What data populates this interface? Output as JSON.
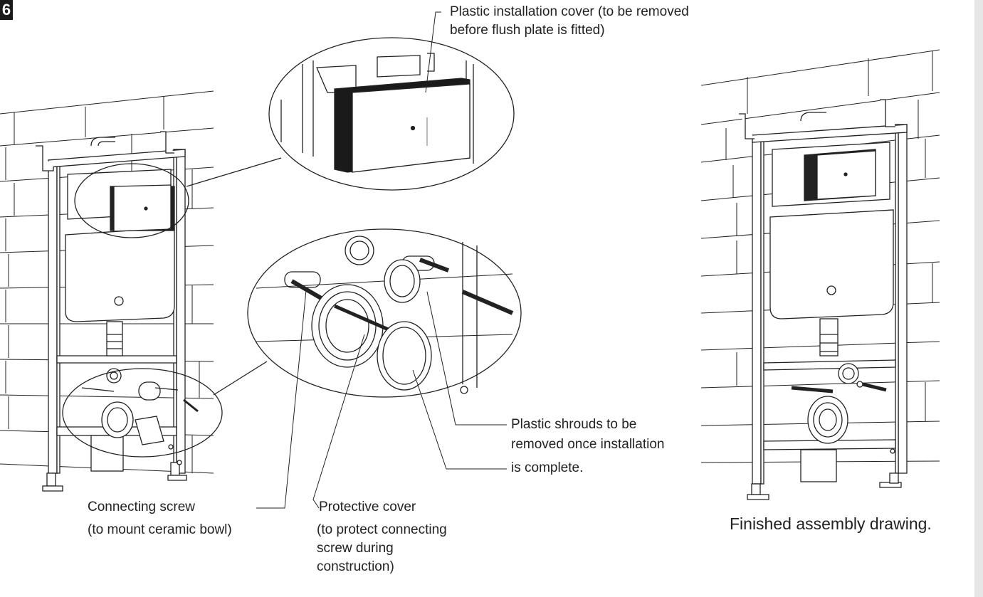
{
  "step": {
    "number": "6"
  },
  "labels": {
    "plastic_cover_line1": "Plastic installation cover (to be removed",
    "plastic_cover_line2": "before flush plate is fitted)",
    "shrouds_line1": "Plastic shrouds to be",
    "shrouds_line2": "removed once installation",
    "shrouds_line3": "is complete.",
    "connecting_line1": "Connecting screw",
    "connecting_line2": "(to mount ceramic bowl)",
    "protective_line1": "Protective cover",
    "protective_line2": "(to protect connecting",
    "protective_line3": "screw during",
    "protective_line4": "construction)",
    "finished": "Finished assembly drawing."
  }
}
